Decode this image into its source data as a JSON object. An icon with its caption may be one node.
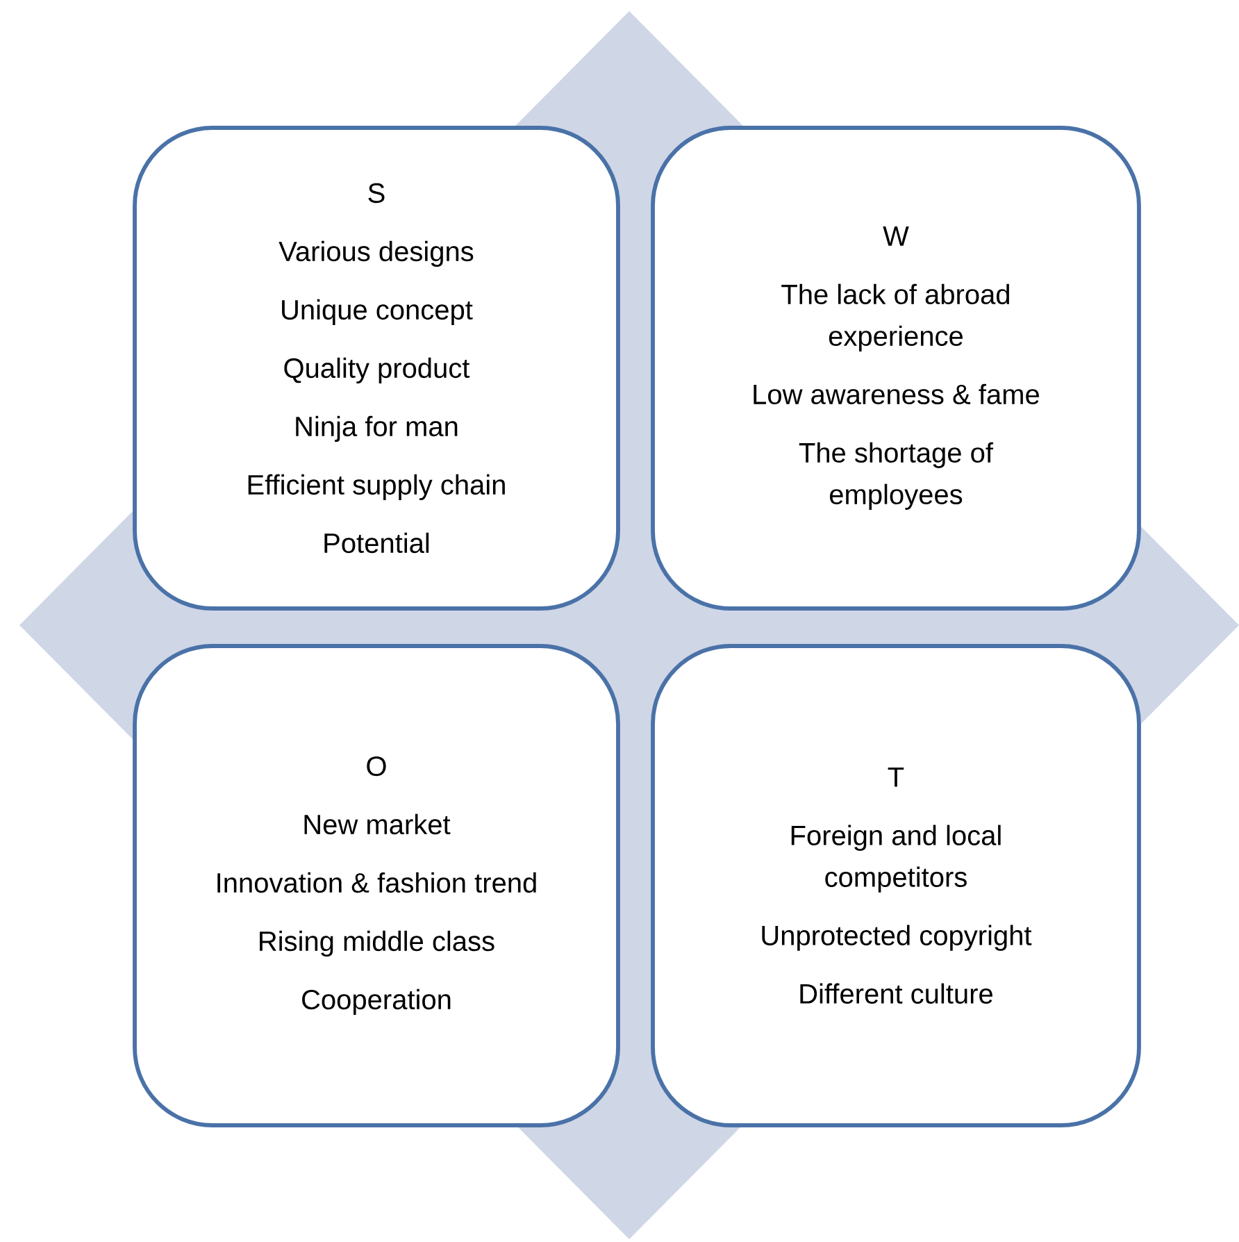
{
  "diagram": {
    "nodes": [
      {
        "text": [
          "S",
          "Various designs",
          "Unique concept",
          "Quality product",
          "Ninja for man",
          "Efficient supply chain",
          "Potential"
        ]
      },
      {
        "text": [
          "W",
          "The lack of abroad experience",
          "Low awareness & fame",
          "The shortage of employees"
        ]
      },
      {
        "text": [
          "O",
          "New market",
          "Innovation & fashion trend",
          "Rising middle class",
          "Cooperation"
        ]
      },
      {
        "text": [
          "T",
          "Foreign and local competitors",
          "Unprotected copyright",
          "Different culture"
        ]
      }
    ]
  }
}
